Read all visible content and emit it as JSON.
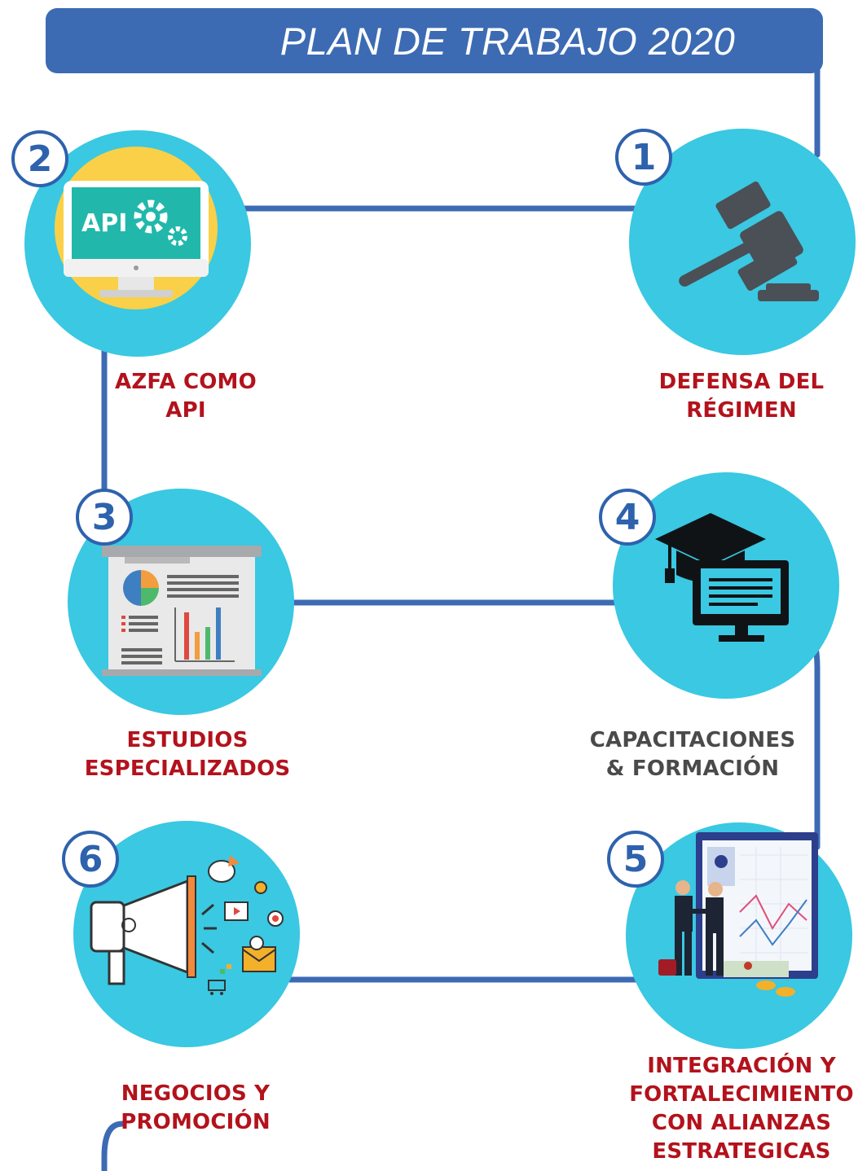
{
  "header": {
    "title": "PLAN DE TRABAJO 2020"
  },
  "colors": {
    "accent": "#3c6bb4",
    "circle": "#3ac8e2",
    "red_label": "#b3121c",
    "gray_label": "#4a4a4a"
  },
  "steps": [
    {
      "number": "1",
      "icon": "gavel-icon",
      "lines": [
        "DEFENSA DEL",
        "RÉGIMEN"
      ]
    },
    {
      "number": "2",
      "icon": "api-monitor-icon",
      "lines": [
        "AZFA COMO",
        "API"
      ]
    },
    {
      "number": "3",
      "icon": "presentation-board-icon",
      "lines": [
        "ESTUDIOS",
        "ESPECIALIZADOS"
      ]
    },
    {
      "number": "4",
      "icon": "graduation-monitor-icon",
      "lines": [
        "CAPACITACIONES",
        "& FORMACIÓN"
      ]
    },
    {
      "number": "5",
      "icon": "business-handshake-icon",
      "lines": [
        "INTEGRACIÓN Y",
        "FORTALECIMIENTO",
        "CON ALIANZAS",
        "ESTRATEGICAS"
      ]
    },
    {
      "number": "6",
      "icon": "megaphone-icon",
      "lines": [
        "NEGOCIOS Y",
        "PROMOCIÓN"
      ]
    }
  ]
}
